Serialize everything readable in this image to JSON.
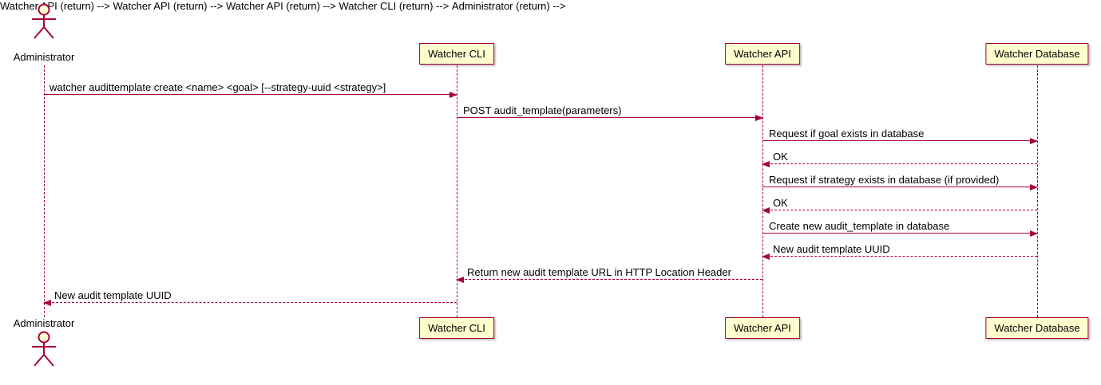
{
  "diagram": {
    "type": "sequence",
    "colors": {
      "accent": "#A80036",
      "participant_fill": "#FEFECE",
      "text": "#000000",
      "background": "#FFFFFF"
    },
    "actor": {
      "label": "Administrator"
    },
    "participants": [
      {
        "id": "cli",
        "label": "Watcher CLI"
      },
      {
        "id": "api",
        "label": "Watcher API"
      },
      {
        "id": "db",
        "label": "Watcher Database"
      }
    ],
    "messages": [
      {
        "from": "Administrator",
        "to": "Watcher CLI",
        "style": "solid",
        "label": "watcher audittemplate create <name> <goal> [--strategy-uuid <strategy>]"
      },
      {
        "from": "Watcher CLI",
        "to": "Watcher API",
        "style": "solid",
        "label": "POST audit_template(parameters)"
      },
      {
        "from": "Watcher API",
        "to": "Watcher Database",
        "style": "solid",
        "label": "Request if goal exists in database"
      },
      {
        "from": "Watcher Database",
        "to": "Watcher API",
        "style": "dashed",
        "label": "OK"
      },
      {
        "from": "Watcher API",
        "to": "Watcher Database",
        "style": "solid",
        "label": "Request if strategy exists in database (if provided)"
      },
      {
        "from": "Watcher Database",
        "to": "Watcher API",
        "style": "dashed",
        "label": "OK"
      },
      {
        "from": "Watcher API",
        "to": "Watcher Database",
        "style": "solid",
        "label": "Create new audit_template in database"
      },
      {
        "from": "Watcher Database",
        "to": "Watcher API",
        "style": "dashed",
        "label": "New audit template UUID"
      },
      {
        "from": "Watcher API",
        "to": "Watcher CLI",
        "style": "dashed",
        "label": "Return new audit template URL in HTTP Location Header"
      },
      {
        "from": "Watcher CLI",
        "to": "Administrator",
        "style": "dashed",
        "label": "New audit template UUID"
      }
    ]
  }
}
